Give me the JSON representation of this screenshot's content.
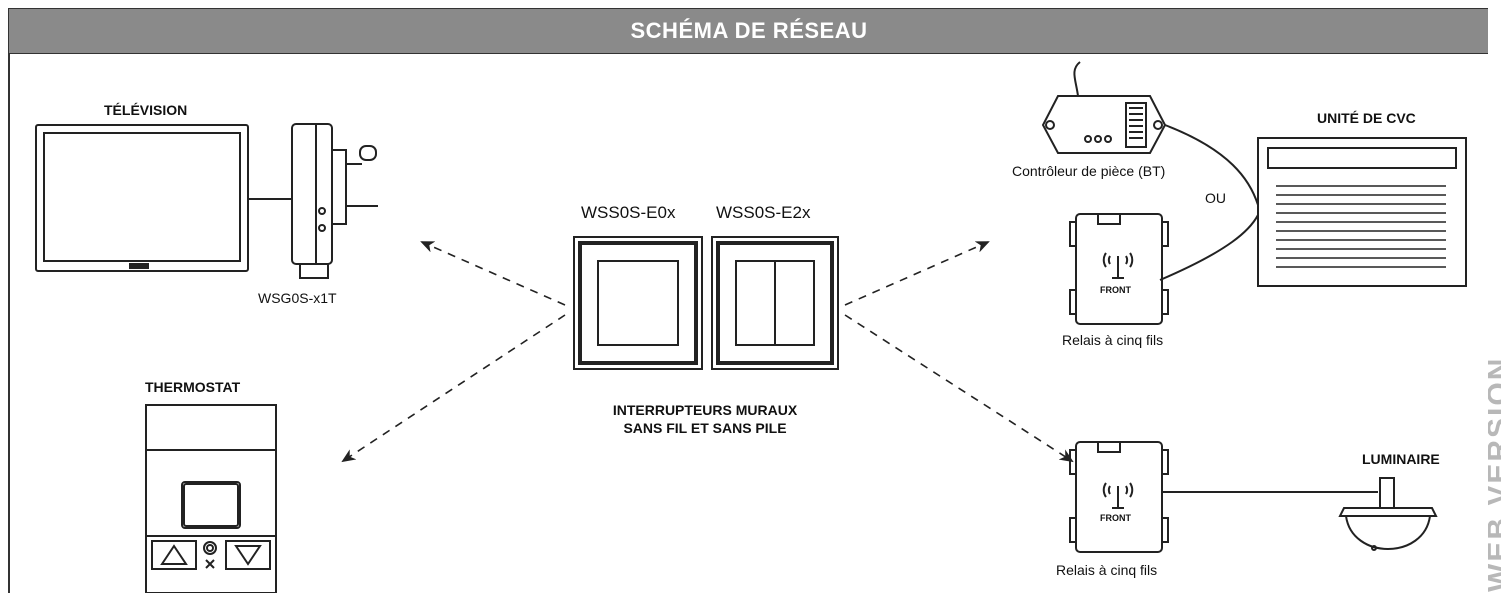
{
  "header": {
    "title": "SCHÉMA DE RÉSEAU"
  },
  "devices": {
    "television": "TÉLÉVISION",
    "plug_model": "WSG0S-x1T",
    "thermostat": "THERMOSTAT",
    "switch_1_model": "WSS0S-E0x",
    "switch_2_model": "WSS0S-E2x",
    "switches_caption_line1": "INTERRUPTEURS MURAUX",
    "switches_caption_line2": "SANS FIL ET SANS PILE",
    "room_controller": "Contrôleur de pièce (BT)",
    "or_label": "OU",
    "hvac_unit": "UNITÉ DE CVC",
    "relay_top": "Relais à cinq fils",
    "relay_bottom": "Relais à cinq fils",
    "luminaire": "LUMINAIRE",
    "relay_front_label": "FRONT"
  },
  "watermark": "WEB VERSION",
  "colors": {
    "header_bg": "#8a8a8a",
    "line": "#222222"
  }
}
